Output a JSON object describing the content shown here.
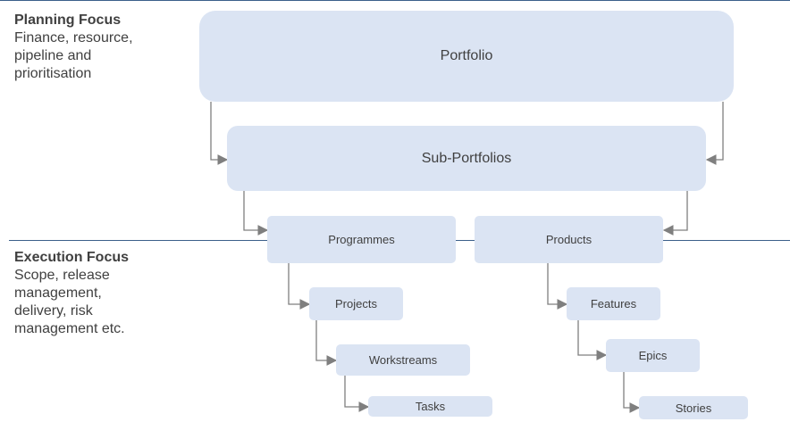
{
  "planning": {
    "title": "Planning Focus",
    "description": "Finance, resource,\npipeline and\nprioritisation"
  },
  "execution": {
    "title": "Execution Focus",
    "description": "Scope, release\nmanagement,\ndelivery, risk\nmanagement etc."
  },
  "nodes": {
    "portfolio": "Portfolio",
    "sub_portfolios": "Sub-Portfolios",
    "programmes": "Programmes",
    "products": "Products",
    "projects": "Projects",
    "workstreams": "Workstreams",
    "tasks": "Tasks",
    "features": "Features",
    "epics": "Epics",
    "stories": "Stories"
  },
  "colors": {
    "node_fill": "#dbe4f3",
    "connector": "#7f7f7f",
    "divider": "#3b5f8a",
    "text": "#404040"
  }
}
